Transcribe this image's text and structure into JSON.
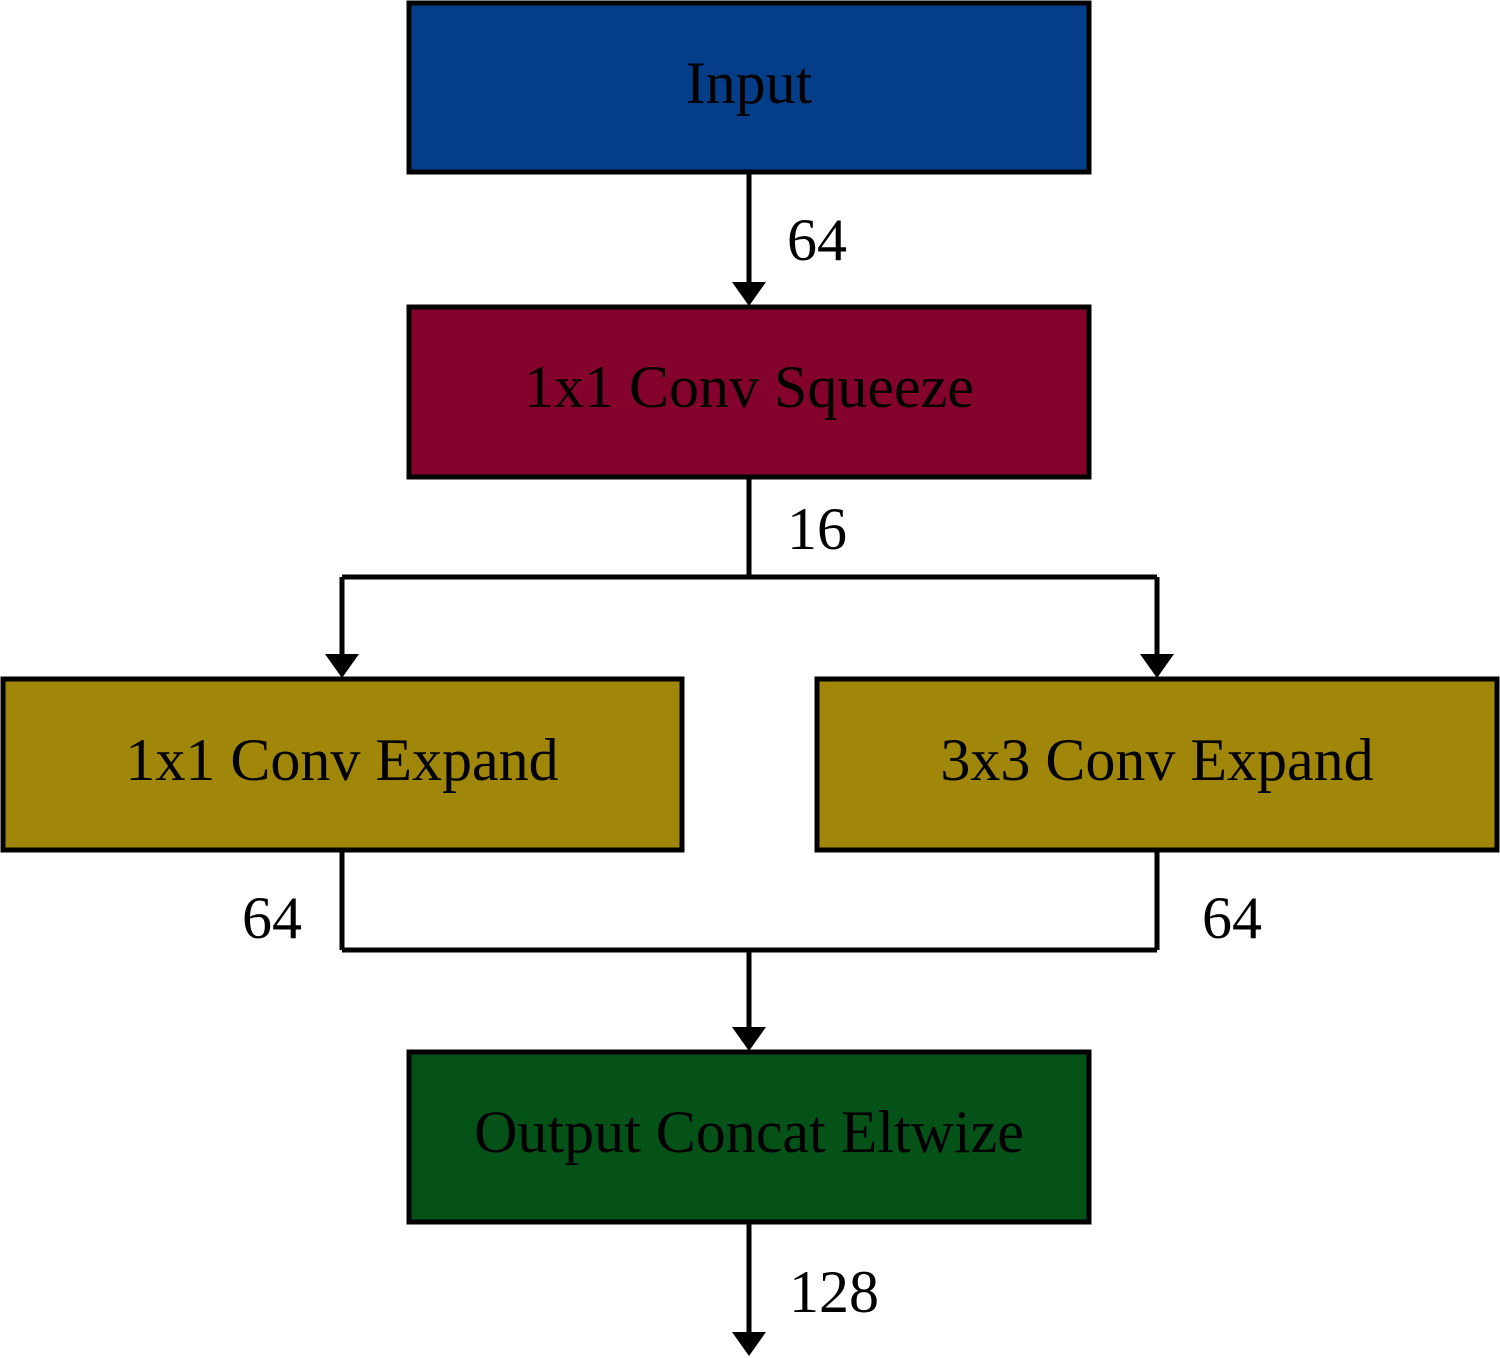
{
  "nodes": {
    "input": {
      "label": "Input",
      "color": "#043e88"
    },
    "squeeze": {
      "label": "1x1 Conv Squeeze",
      "color": "#83032c"
    },
    "expand_1x1": {
      "label": "1x1 Conv Expand",
      "color": "#a18709"
    },
    "expand_3x3": {
      "label": "3x3 Conv Expand",
      "color": "#a18709"
    },
    "output": {
      "label": "Output Concat Eltwize",
      "color": "#045218"
    }
  },
  "edges": {
    "input_to_squeeze": "64",
    "squeeze_out": "16",
    "expand_1x1_out": "64",
    "expand_3x3_out": "64",
    "output_out": "128"
  }
}
